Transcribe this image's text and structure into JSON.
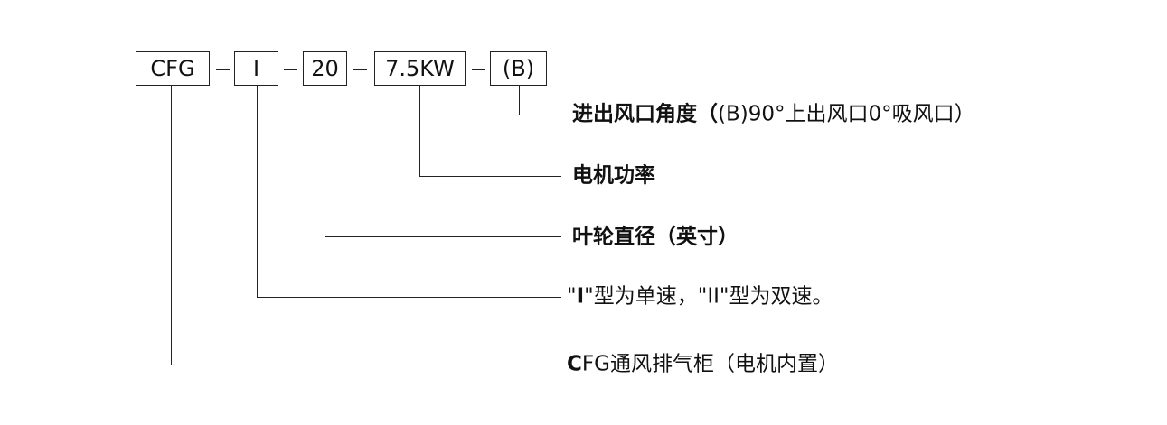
{
  "code_parts": [
    "CFG",
    "I",
    "20",
    "7.5KW",
    "(B)"
  ],
  "labels": {
    "outlet_title": "进出风口角度（",
    "outlet_detail": "(B)90°上出风口0°吸风口）",
    "motor_power": "电机功率",
    "impeller_diameter": "叶轮直径（英寸）",
    "speed_prefix": "\"",
    "speed_single_mark": "I",
    "speed_text": "\"型为单速，\"II\"型为双速。",
    "cabinet_prefix": "C",
    "cabinet_text": "FG通风排气柜（电机内置）"
  },
  "colors": {
    "line": "#222222",
    "text": "#111111"
  }
}
